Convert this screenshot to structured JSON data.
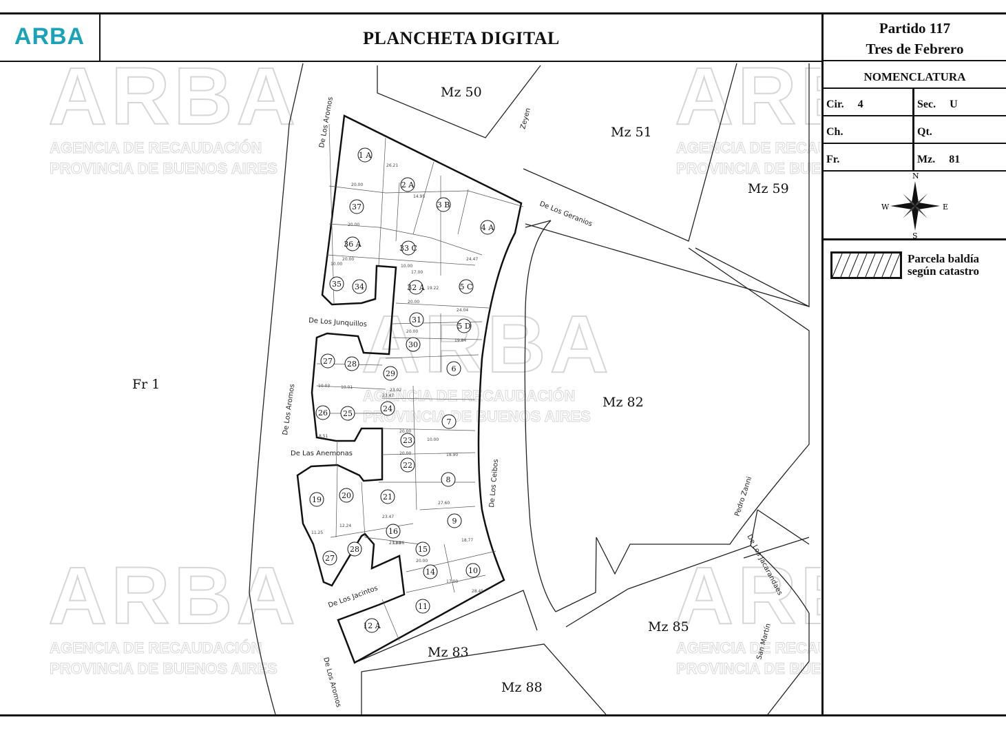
{
  "header": {
    "logo": "ARBA",
    "title": "PLANCHETA DIGITAL"
  },
  "sidebar": {
    "partido_line1": "Partido 117",
    "partido_line2": "Tres de Febrero",
    "nomenclatura_title": "NOMENCLATURA",
    "fields": [
      {
        "label": "Cir.",
        "value": "4"
      },
      {
        "label": "Sec.",
        "value": "U"
      },
      {
        "label": "Ch.",
        "value": ""
      },
      {
        "label": "Qt.",
        "value": ""
      },
      {
        "label": "Fr.",
        "value": ""
      },
      {
        "label": "Mz.",
        "value": "81"
      }
    ],
    "compass": {
      "n": "N",
      "s": "S",
      "e": "E",
      "w": "W"
    },
    "legend_line1": "Parcela baldía",
    "legend_line2": "según catastro"
  },
  "map": {
    "blocks": [
      "Mz 50",
      "Mz 51",
      "Mz 59",
      "Fr 1",
      "Mz 82",
      "Mz 85",
      "Mz 83",
      "Mz 88"
    ],
    "streets": [
      "De Los Aromos",
      "De Los Aromos",
      "De Los Aromos",
      "Zeyen",
      "De Los Geranios",
      "De Los Junquillos",
      "De Las Anemonas",
      "De Los Ceibos",
      "De Los Jacintos",
      "Pedro Zanni",
      "De Los Jacarandaes",
      "San Martín"
    ],
    "lots": [
      "1 A",
      "2 A",
      "37",
      "3 B",
      "4 A",
      "36 A",
      "33 C",
      "35",
      "34",
      "32 A",
      "5 C",
      "31",
      "5 D",
      "30",
      "27",
      "28",
      "29",
      "6",
      "26",
      "25",
      "24",
      "7",
      "23",
      "22",
      "8",
      "19",
      "20",
      "21",
      "16",
      "9",
      "15",
      "14",
      "10",
      "11",
      "12 A",
      "27",
      "28"
    ],
    "dims": [
      "20.00",
      "20.00",
      "20.00",
      "10.00",
      "17.00",
      "10.00",
      "20.00",
      "20.00",
      "10.03",
      "10.01",
      "23.02",
      "23.47",
      "20.00",
      "20.00",
      "18.90",
      "27.60",
      "23.47",
      "11.25",
      "12.24",
      "23.00",
      "18.77",
      "20.00",
      "17.00",
      "28.45",
      "26.21",
      "14.95",
      "19.22",
      "13.06",
      "8.51",
      "10.00",
      "24.04",
      "19.84",
      "24.47"
    ],
    "watermark": {
      "big": "ARBA",
      "line1": "AGENCIA DE RECAUDACIÓN",
      "line2": "PROVINCIA DE BUENOS AIRES"
    }
  }
}
